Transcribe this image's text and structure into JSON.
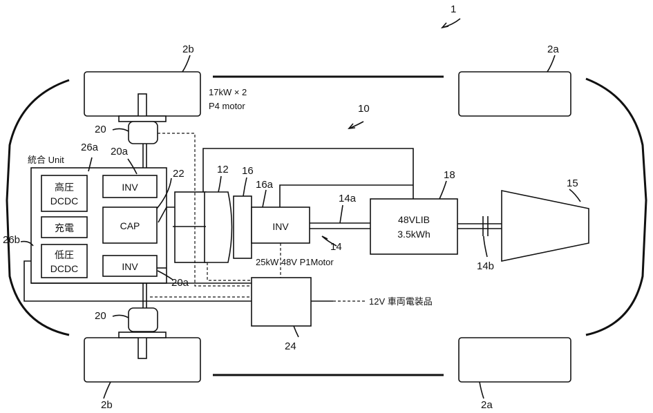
{
  "figure": {
    "ref_vehicle": "1",
    "ref_system": "10",
    "ref_front_wheel_top": "2b",
    "ref_front_wheel_bottom": "2b",
    "ref_rear_wheel_top": "2a",
    "ref_rear_wheel_bottom": "2a"
  },
  "p4_motor": {
    "rating": "17kW × 2",
    "label": "P4 motor",
    "ref_top": "20",
    "ref_bottom": "20"
  },
  "integrated_unit": {
    "title": "統合 Unit",
    "ref": "26a",
    "ref_b": "26b",
    "ref_inv": "20a",
    "ref_inv_bottom": "20a",
    "hv_dcdc_line1": "高圧",
    "hv_dcdc_line2": "DCDC",
    "charger": "充電",
    "lv_dcdc_line1": "低圧",
    "lv_dcdc_line2": "DCDC",
    "inv_top": "INV",
    "cap": "CAP",
    "inv_bottom": "INV",
    "ref_cap": "22"
  },
  "p1_motor": {
    "ref_motor": "12",
    "ref_16": "16",
    "ref_16a": "16a",
    "inv": "INV",
    "caption": "25kW 48V P1Motor",
    "ref_14": "14",
    "ref_14a": "14a",
    "ref_14b": "14b"
  },
  "battery": {
    "ref": "18",
    "line1": "48VLIB",
    "line2": "3.5kWh"
  },
  "engine": {
    "ref": "15"
  },
  "dcdc_box": {
    "ref": "24"
  },
  "vehicle_12v": {
    "label": "12V 車両電装品"
  }
}
